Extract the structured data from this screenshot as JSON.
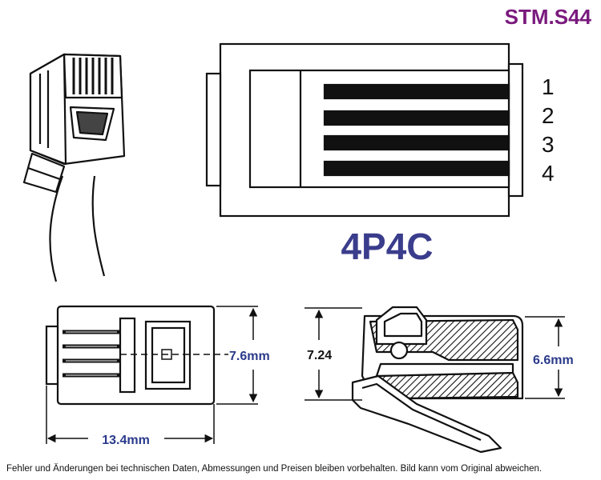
{
  "product_code": "STM.S44",
  "connector_type": "4P4C",
  "pins": [
    "1",
    "2",
    "3",
    "4"
  ],
  "dimensions": {
    "body_height": "7.6mm",
    "body_length": "13.4mm",
    "side_total_height": "7.24",
    "side_body_height": "6.6mm"
  },
  "footer_note": "Fehler und Änderungen bei technischen Daten, Abmessungen und Preisen bleiben vorbehalten. Bild kann vom Original abweichen.",
  "colors": {
    "code_text": "#7a1a7e",
    "type_text": "#3a3c8c",
    "dimension_text": "#2a3a8a",
    "line": "#111111"
  }
}
